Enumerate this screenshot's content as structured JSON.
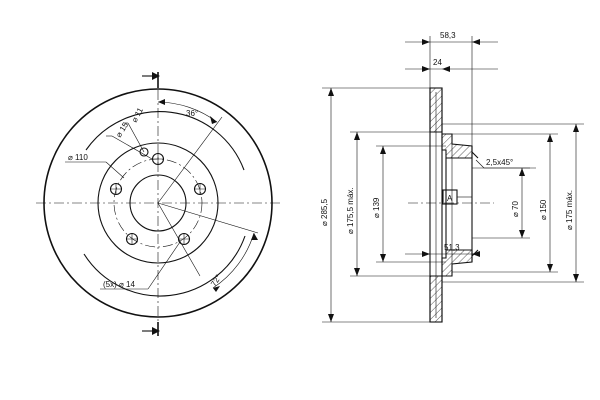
{
  "front_view": {
    "labels": {
      "d11": "⌀ 11",
      "d15": "⌀ 15",
      "d110": "⌀ 110",
      "angle36": "36°",
      "angle72": "72°",
      "bolt_holes": "(5x) ⌀ 14"
    }
  },
  "side_view": {
    "labels": {
      "w583": "58,3",
      "w24": "24",
      "d2855": "⌀ 285,5",
      "d1755": "⌀ 175,5 máx.",
      "d139": "⌀ 139",
      "chamfer": "2,5x45°",
      "datum": "A",
      "d70": "⌀ 70",
      "d150": "⌀ 150",
      "d175": "⌀ 175 máx.",
      "w513": "51,3"
    }
  }
}
